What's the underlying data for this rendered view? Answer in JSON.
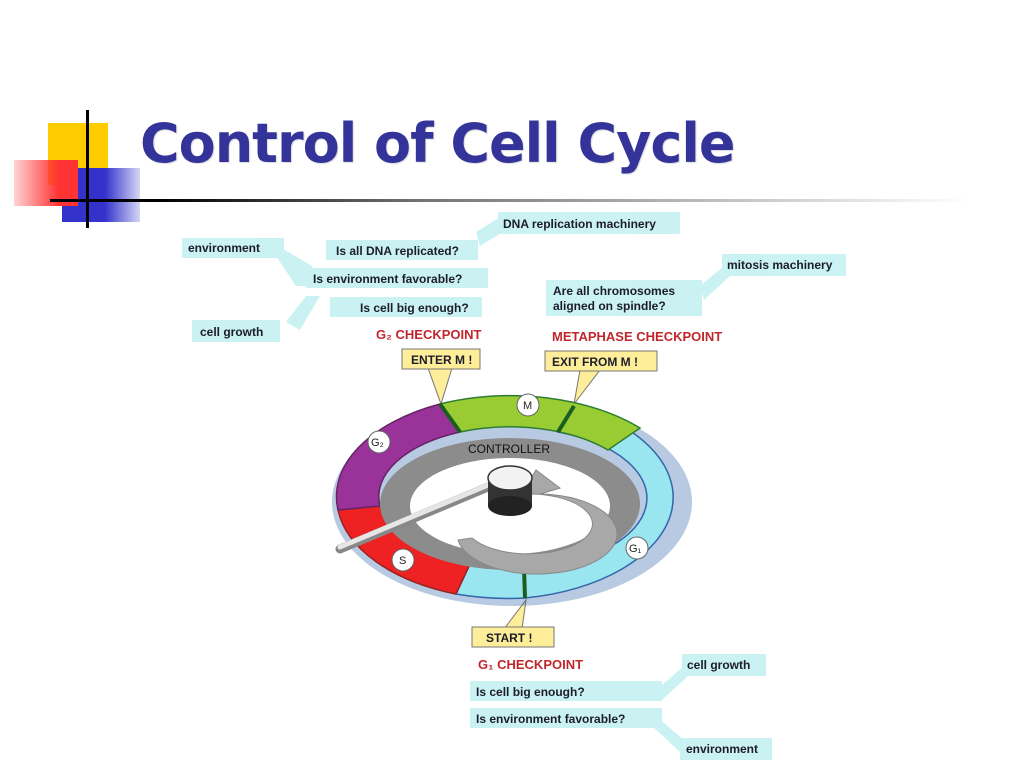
{
  "slide": {
    "title": "Control of Cell Cycle",
    "accent_colors": {
      "title": "#333399",
      "yellow_square": "#ffcc00",
      "blue_square": "#3333cc",
      "red_square": "#ff3333"
    }
  },
  "diagram": {
    "controller_label": "CONTROLLER",
    "phases": {
      "m": "M",
      "g1": "G₁",
      "s": "S",
      "g2": "G₂"
    },
    "phase_colors": {
      "m": "#99cc33",
      "g1": "#99e6f0",
      "s": "#ee2222",
      "g2": "#993399"
    },
    "g2_checkpoint": {
      "label": "G₂ CHECKPOINT",
      "questions": [
        "Is all DNA replicated?",
        "Is environment favorable?",
        "Is cell big enough?"
      ],
      "inputs": [
        "environment",
        "cell growth"
      ],
      "transition": "ENTER M !"
    },
    "metaphase_checkpoint": {
      "label": "METAPHASE CHECKPOINT",
      "question_lines": [
        "Are all chromosomes",
        "aligned on spindle?"
      ],
      "inputs": [
        "DNA replication machinery",
        "mitosis machinery"
      ],
      "transition": "EXIT FROM M !"
    },
    "g1_checkpoint": {
      "label": "G₁ CHECKPOINT",
      "questions": [
        "Is cell big enough?",
        "Is environment favorable?"
      ],
      "inputs": [
        "cell growth",
        "environment"
      ],
      "transition": "START !"
    }
  }
}
